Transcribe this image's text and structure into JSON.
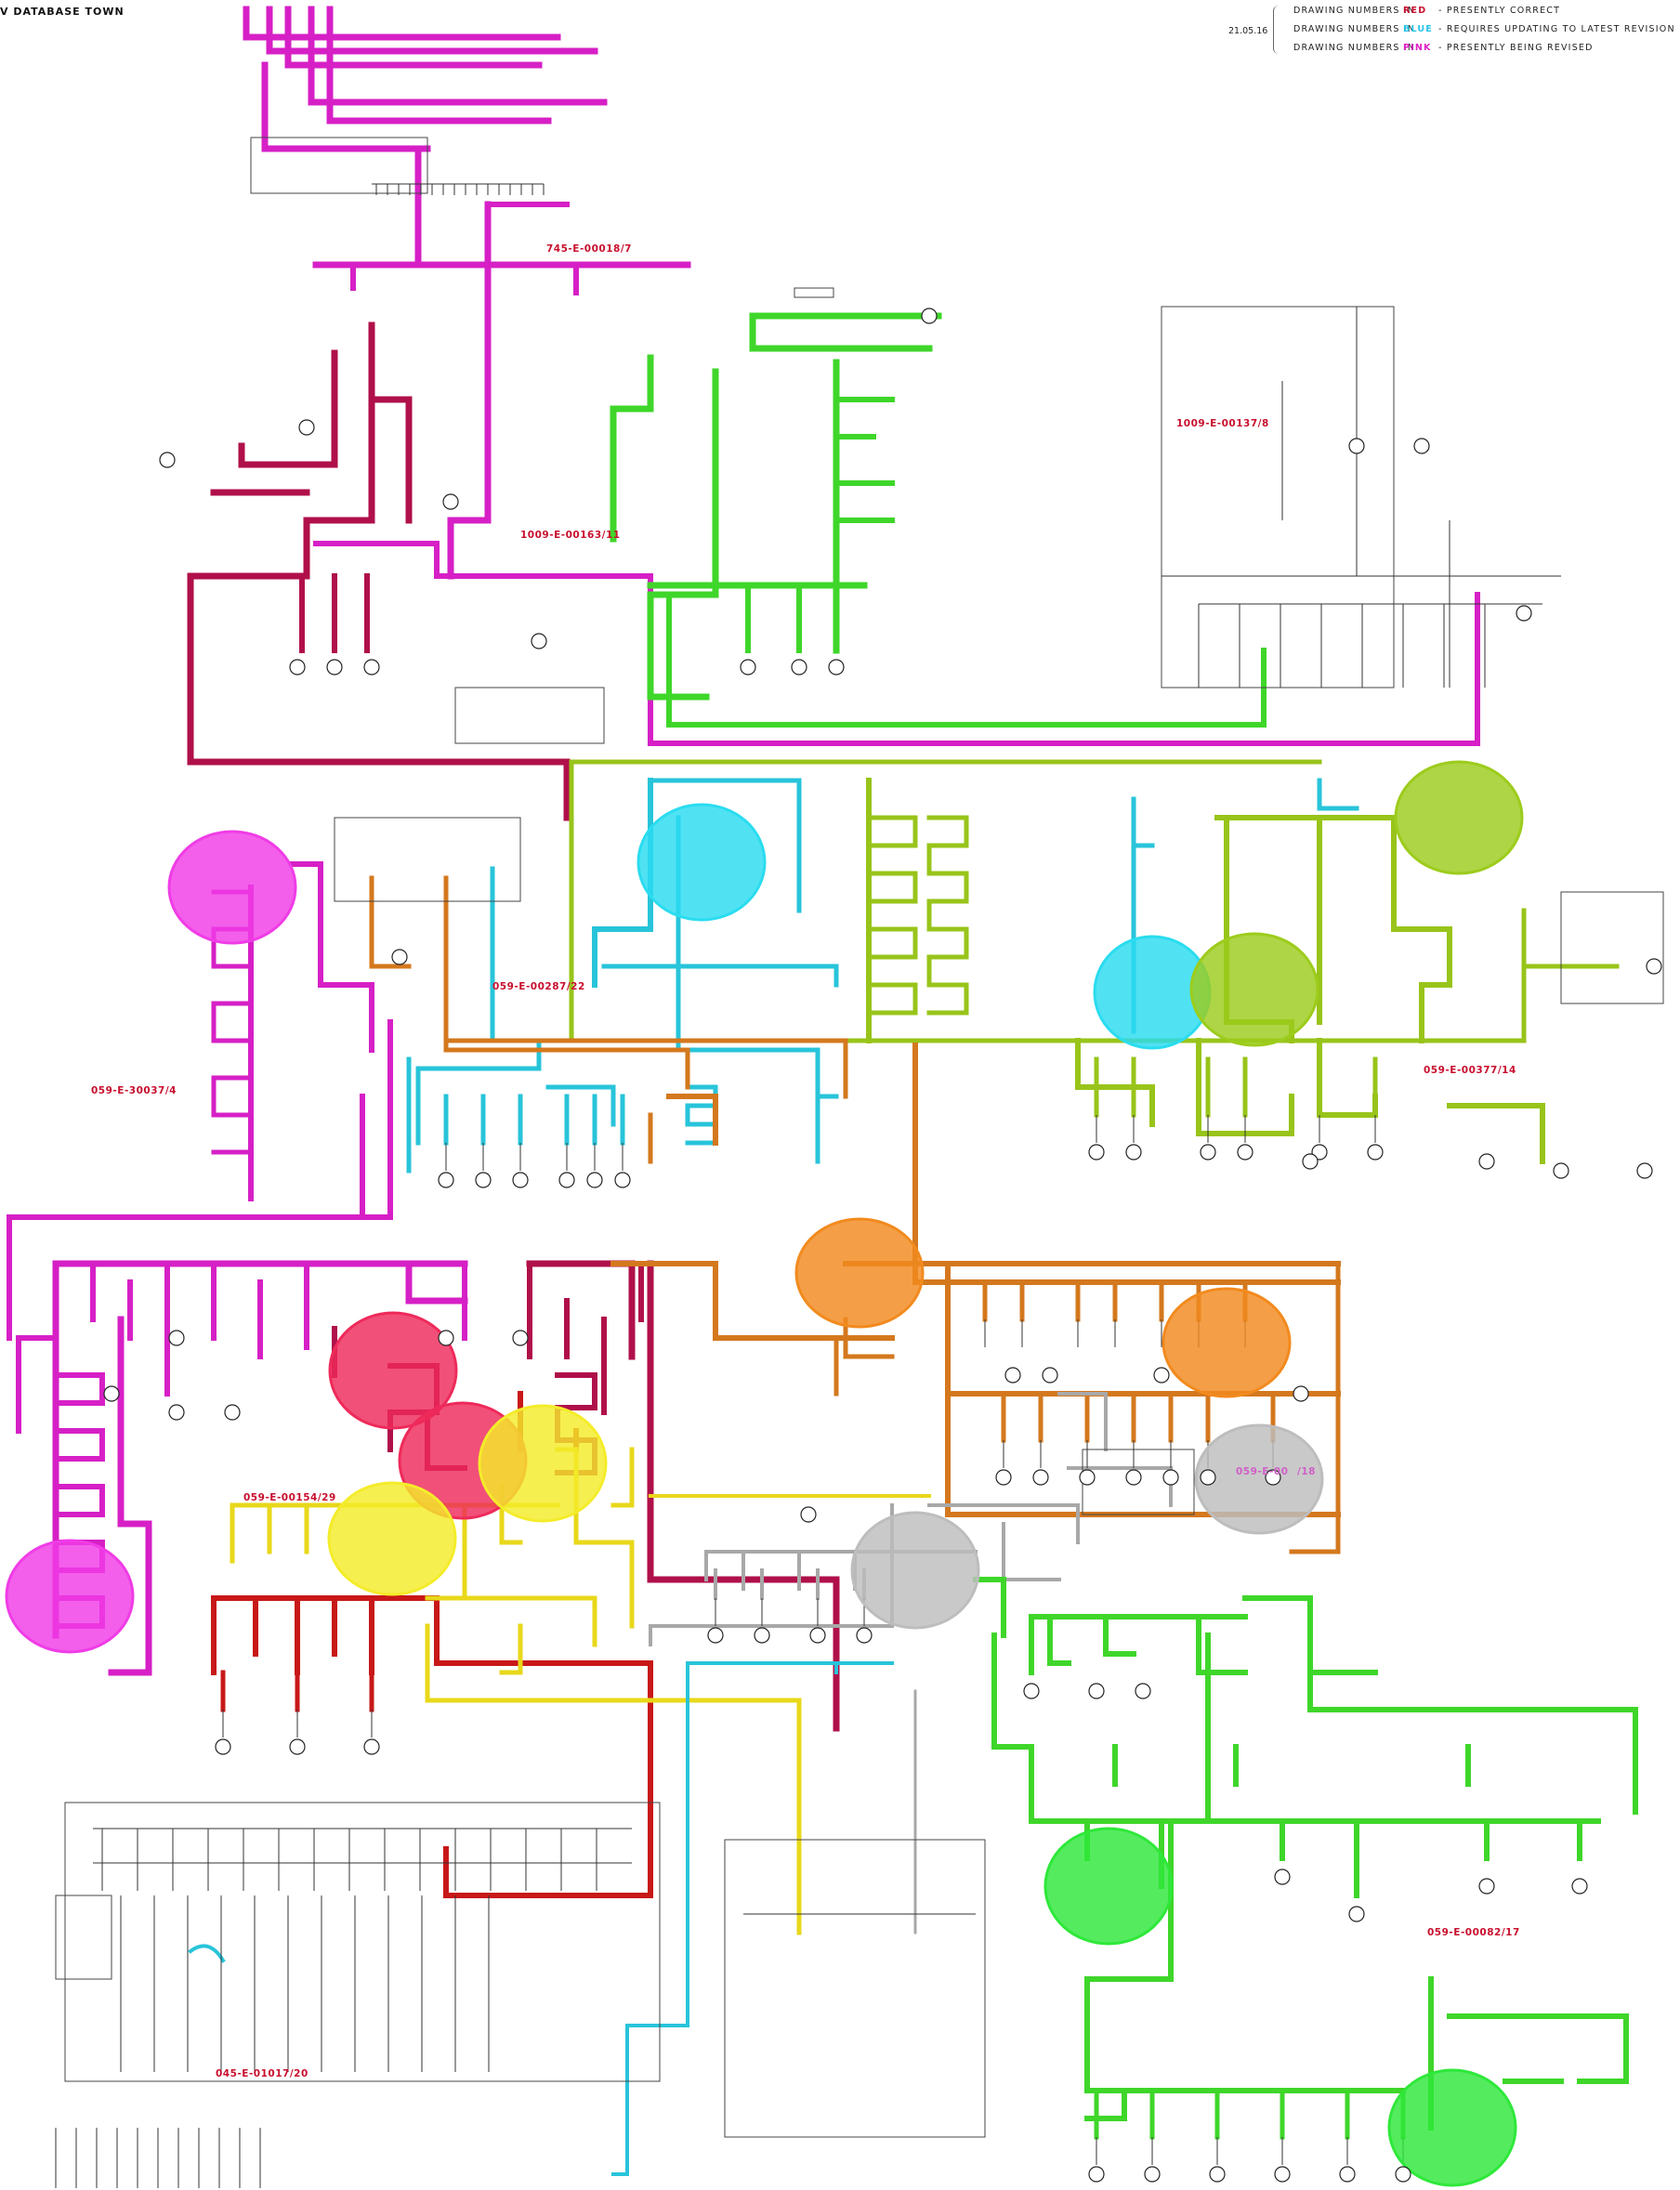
{
  "header": {
    "title": "V DATABASE TOWN"
  },
  "legend": {
    "date": "21.05.16",
    "rows": [
      {
        "prefix": "DRAWING NUMBERS IN",
        "key": "RED",
        "key_color": "#c8102e",
        "description": "- PRESENTLY CORRECT"
      },
      {
        "prefix": "DRAWING NUMBERS IN",
        "key": "BLUE",
        "key_color": "#29c5e6",
        "description": "- REQUIRES UPDATING TO LATEST REVISION"
      },
      {
        "prefix": "DRAWING NUMBERS IN",
        "key": "PINK",
        "key_color": "#e020c8",
        "description": "- PRESENTLY BEING REVISED"
      }
    ]
  },
  "drawing_refs": [
    {
      "text": "745-E-00018/7",
      "color": "#c8102e"
    },
    {
      "text": "1009-E-00163/11",
      "color": "#c8102e"
    },
    {
      "text": "1009-E-00137/8",
      "color": "#c8102e"
    },
    {
      "text": "059-E-00287/22",
      "color": "#c8102e"
    },
    {
      "text": "059-E-30037/4",
      "color": "#c8102e"
    },
    {
      "text": "059-E-00377/14",
      "color": "#c8102e"
    },
    {
      "text": "059-E-00154/29",
      "color": "#c8102e"
    },
    {
      "text": "059-E-00",
      "color": "#d060c8"
    },
    {
      "text": "/18",
      "color": "#d060c8"
    },
    {
      "text": "059-E-00082/17",
      "color": "#c8102e"
    },
    {
      "text": "045-E-01017/20",
      "color": "#c8102e"
    }
  ],
  "colors": {
    "magenta": "#d620c6",
    "crimson": "#b0104a",
    "green": "#3fd62a",
    "lime": "#98c41a",
    "cyan": "#28c4da",
    "orange": "#d4781e",
    "yellow": "#e8d81a",
    "gray": "#a8a8a8",
    "red": "#c81818",
    "line": "#333333"
  },
  "highlight_markers": [
    {
      "name": "magenta-marker-1",
      "color": "#f03ce6"
    },
    {
      "name": "magenta-marker-2",
      "color": "#f03ce6"
    },
    {
      "name": "cyan-marker-1",
      "color": "#2adcf0"
    },
    {
      "name": "cyan-marker-2",
      "color": "#2adcf0"
    },
    {
      "name": "lime-marker-1",
      "color": "#9ccc1c"
    },
    {
      "name": "lime-marker-2",
      "color": "#9ccc1c"
    },
    {
      "name": "orange-marker-1",
      "color": "#f28a1e"
    },
    {
      "name": "orange-marker-2",
      "color": "#f28a1e"
    },
    {
      "name": "red-marker-1",
      "color": "#ee2a5a"
    },
    {
      "name": "red-marker-2",
      "color": "#ee2a5a"
    },
    {
      "name": "yellow-marker-1",
      "color": "#f4ec2a"
    },
    {
      "name": "yellow-marker-2",
      "color": "#f4ec2a"
    },
    {
      "name": "gray-marker-1",
      "color": "#bdbdbd"
    },
    {
      "name": "gray-marker-2",
      "color": "#bdbdbd"
    },
    {
      "name": "green-marker-1",
      "color": "#2ee83a"
    },
    {
      "name": "green-marker-2",
      "color": "#2ee83a"
    }
  ]
}
